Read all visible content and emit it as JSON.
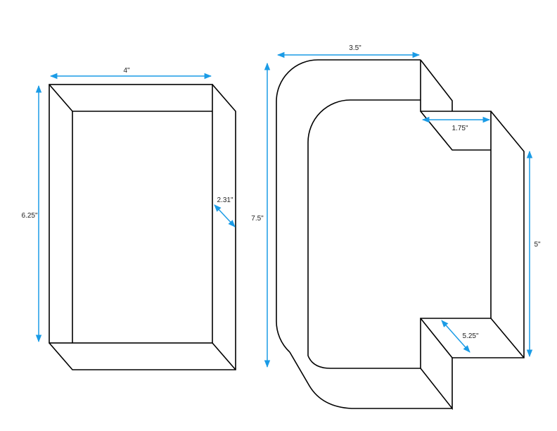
{
  "diagram": {
    "left_box": {
      "dimensions": {
        "width": "4\"",
        "height": "6.25\"",
        "depth": "2.31\""
      }
    },
    "right_shape": {
      "dimensions": {
        "top_width": "3.5\"",
        "height": "7.5\"",
        "tab_width": "1.75\"",
        "tab_height": "5\"",
        "tab_depth": "5.25\""
      }
    },
    "colors": {
      "dimension_line": "#1a9be6",
      "edge": "#000000"
    }
  }
}
